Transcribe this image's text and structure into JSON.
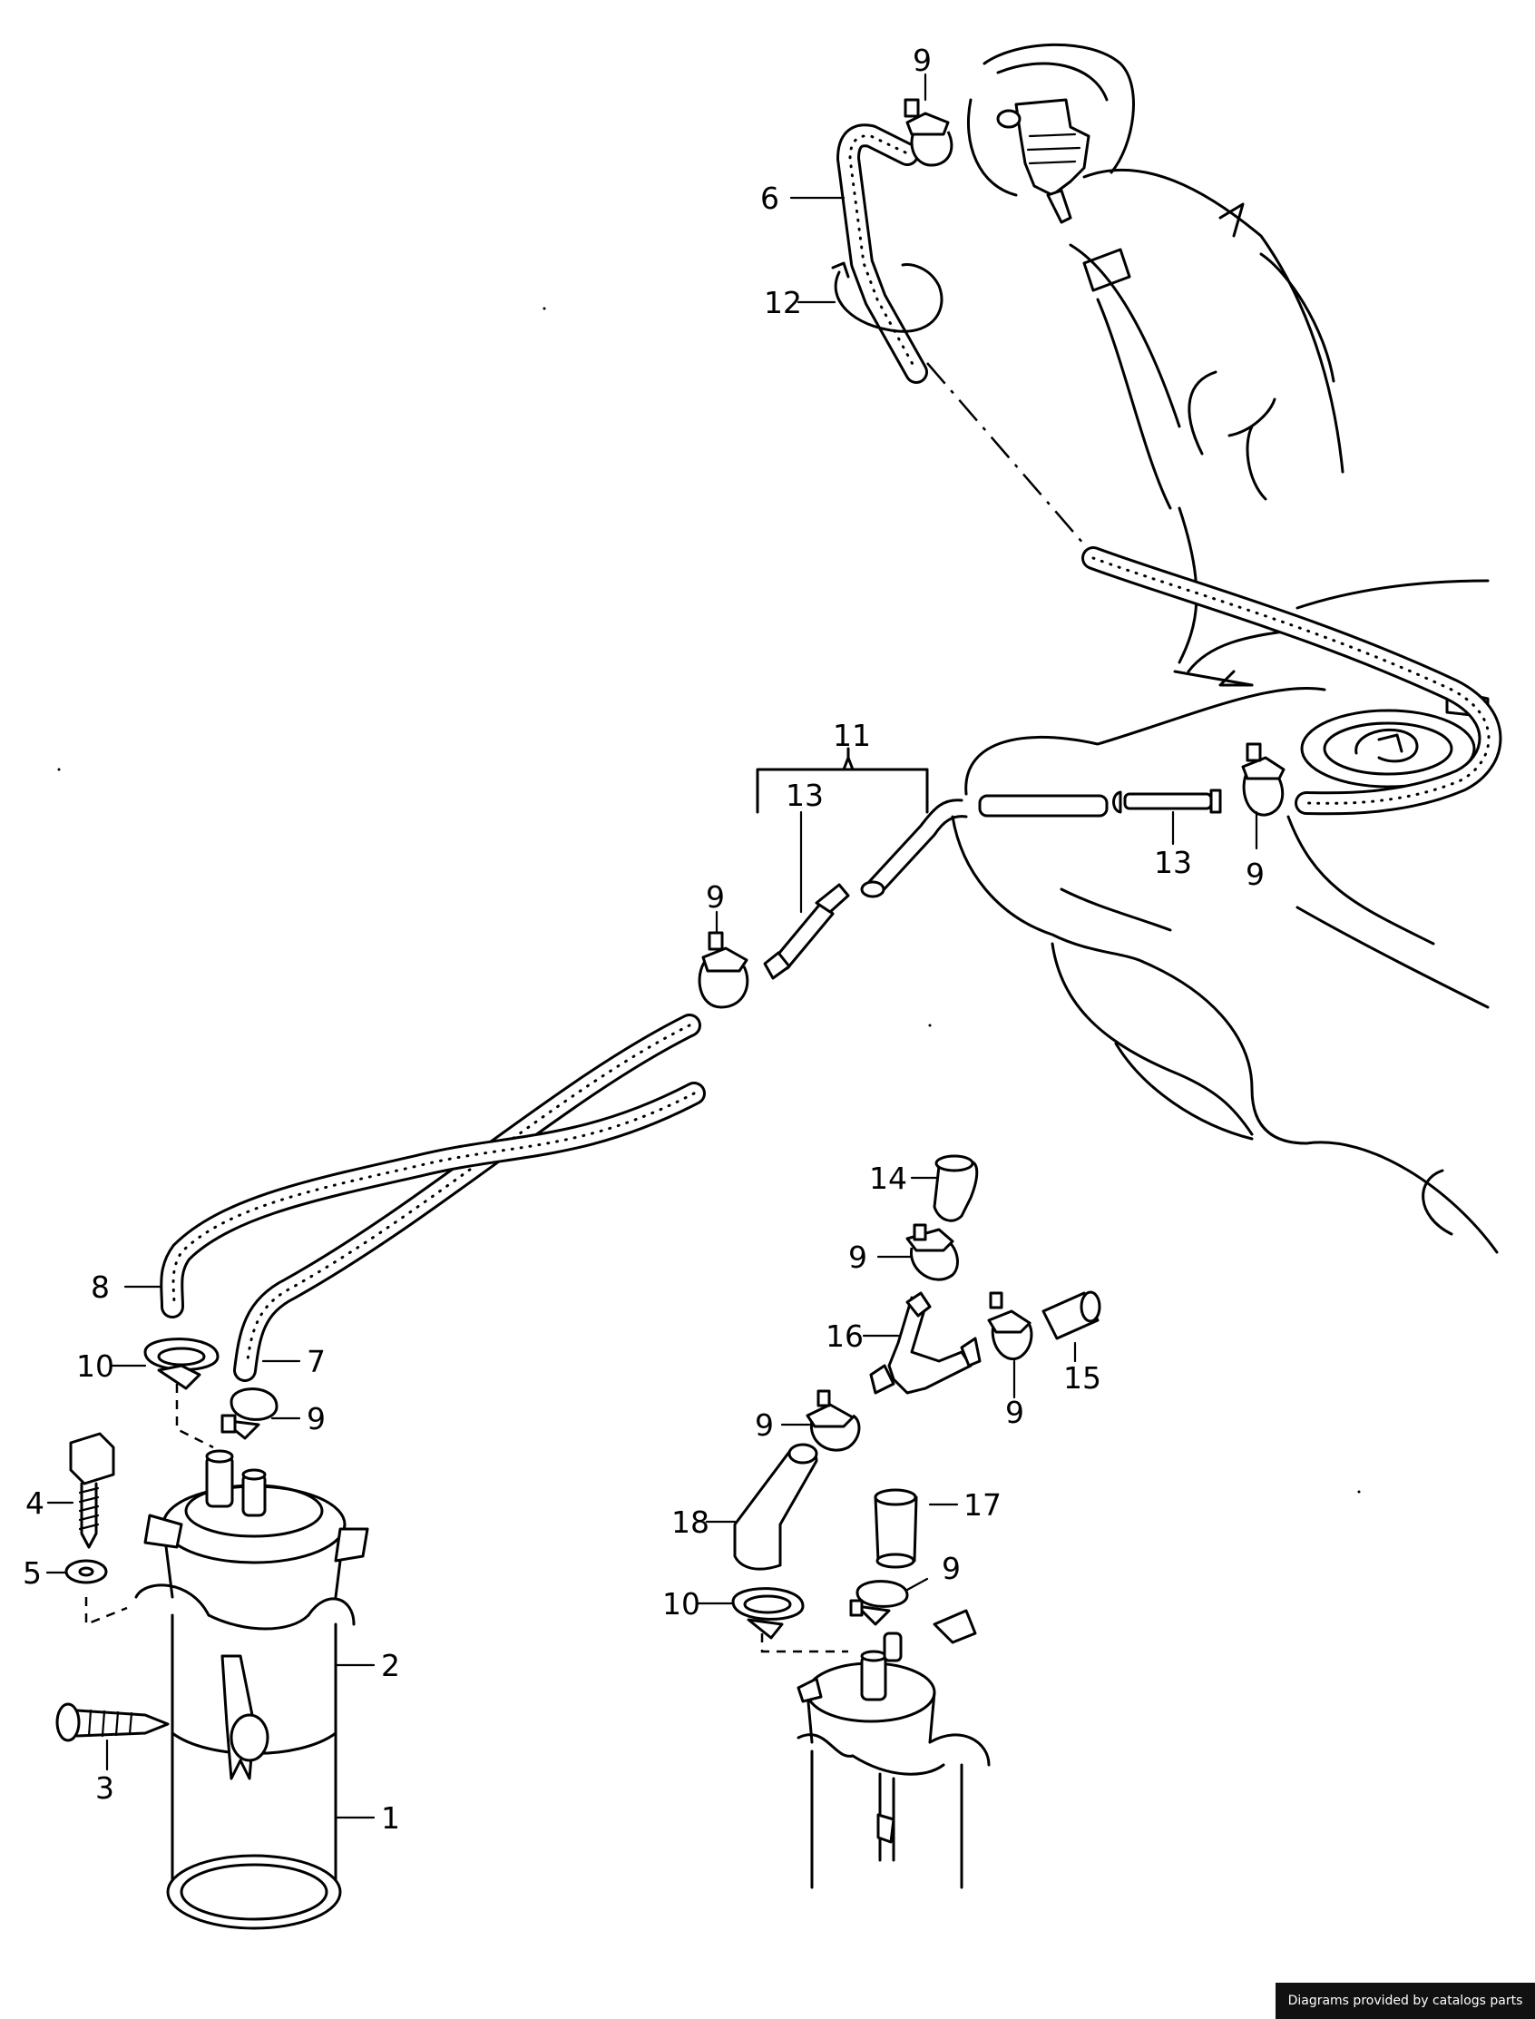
{
  "diagram": {
    "callouts": [
      {
        "id": "c9a",
        "text": "9"
      },
      {
        "id": "c6",
        "text": "6"
      },
      {
        "id": "c12",
        "text": "12"
      },
      {
        "id": "c11",
        "text": "11"
      },
      {
        "id": "c13a",
        "text": "13"
      },
      {
        "id": "c13b",
        "text": "13"
      },
      {
        "id": "c9b",
        "text": "9"
      },
      {
        "id": "c9c",
        "text": "9"
      },
      {
        "id": "c8",
        "text": "8"
      },
      {
        "id": "c7",
        "text": "7"
      },
      {
        "id": "c10a",
        "text": "10"
      },
      {
        "id": "c9d",
        "text": "9"
      },
      {
        "id": "c4",
        "text": "4"
      },
      {
        "id": "c5",
        "text": "5"
      },
      {
        "id": "c2",
        "text": "2"
      },
      {
        "id": "c3",
        "text": "3"
      },
      {
        "id": "c1",
        "text": "1"
      },
      {
        "id": "c14",
        "text": "14"
      },
      {
        "id": "c9e",
        "text": "9"
      },
      {
        "id": "c16",
        "text": "16"
      },
      {
        "id": "c15",
        "text": "15"
      },
      {
        "id": "c9f",
        "text": "9"
      },
      {
        "id": "c9g",
        "text": "9"
      },
      {
        "id": "c18",
        "text": "18"
      },
      {
        "id": "c17",
        "text": "17"
      },
      {
        "id": "c9h",
        "text": "9"
      },
      {
        "id": "c10b",
        "text": "10"
      }
    ],
    "credit": "Diagrams provided by catalogs parts",
    "colors": {
      "line": "#000000",
      "background": "#ffffff",
      "credit_bg": "#111111"
    }
  }
}
